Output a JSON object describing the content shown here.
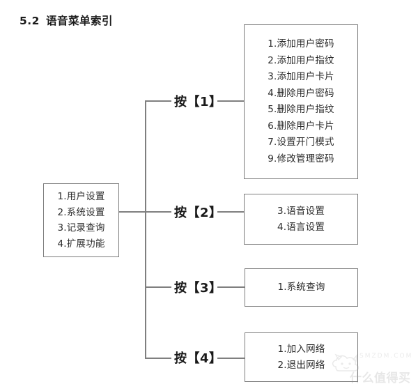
{
  "heading": {
    "number": "5.2",
    "title": "语音菜单索引"
  },
  "root": {
    "items": [
      "1.用户设置",
      "2.系统设置",
      "3.记录查询",
      "4.扩展功能"
    ]
  },
  "branches": [
    {
      "key_label": "按【1】",
      "items": [
        "1.添加用户密码",
        "2.添加用户指纹",
        "3.添加用户卡片",
        "4.删除用户密码",
        "5.删除用户指纹",
        "6.删除用户卡片",
        "7.设置开门模式",
        "9.修改管理密码"
      ]
    },
    {
      "key_label": "按【2】",
      "items": [
        "3.语音设置",
        "4.语言设置"
      ]
    },
    {
      "key_label": "按【3】",
      "items": [
        "1.系统查询"
      ]
    },
    {
      "key_label": "按【4】",
      "items": [
        "1.加入网络",
        "2.退出网络"
      ]
    }
  ],
  "watermark": {
    "text": "什么值得买",
    "subtext": "SMZDM.COM",
    "icon": "smzdm-mascot-icon"
  },
  "colors": {
    "page_background": "#ffffff",
    "box_border": "#7b7b7b",
    "connector": "#7f7f7f",
    "heading_text": "#1c1c1c",
    "body_text": "#2b2b2b"
  }
}
